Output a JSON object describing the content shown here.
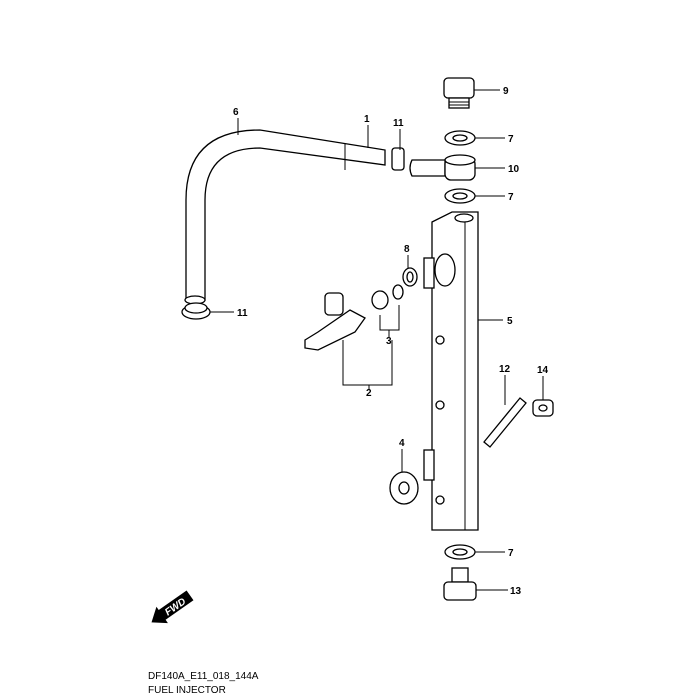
{
  "diagram": {
    "code": "DF140A_E11_018_144A",
    "title": "FUEL INJECTOR",
    "fwd_label": "FWD",
    "callouts": {
      "c9": "9",
      "c7a": "7",
      "c10": "10",
      "c7b": "7",
      "c6": "6",
      "c1": "1",
      "c11a": "11",
      "c8": "8",
      "c5": "5",
      "c3": "3",
      "c2": "2",
      "c11b": "11",
      "c12": "12",
      "c14": "14",
      "c4": "4",
      "c7c": "7",
      "c13": "13"
    }
  }
}
